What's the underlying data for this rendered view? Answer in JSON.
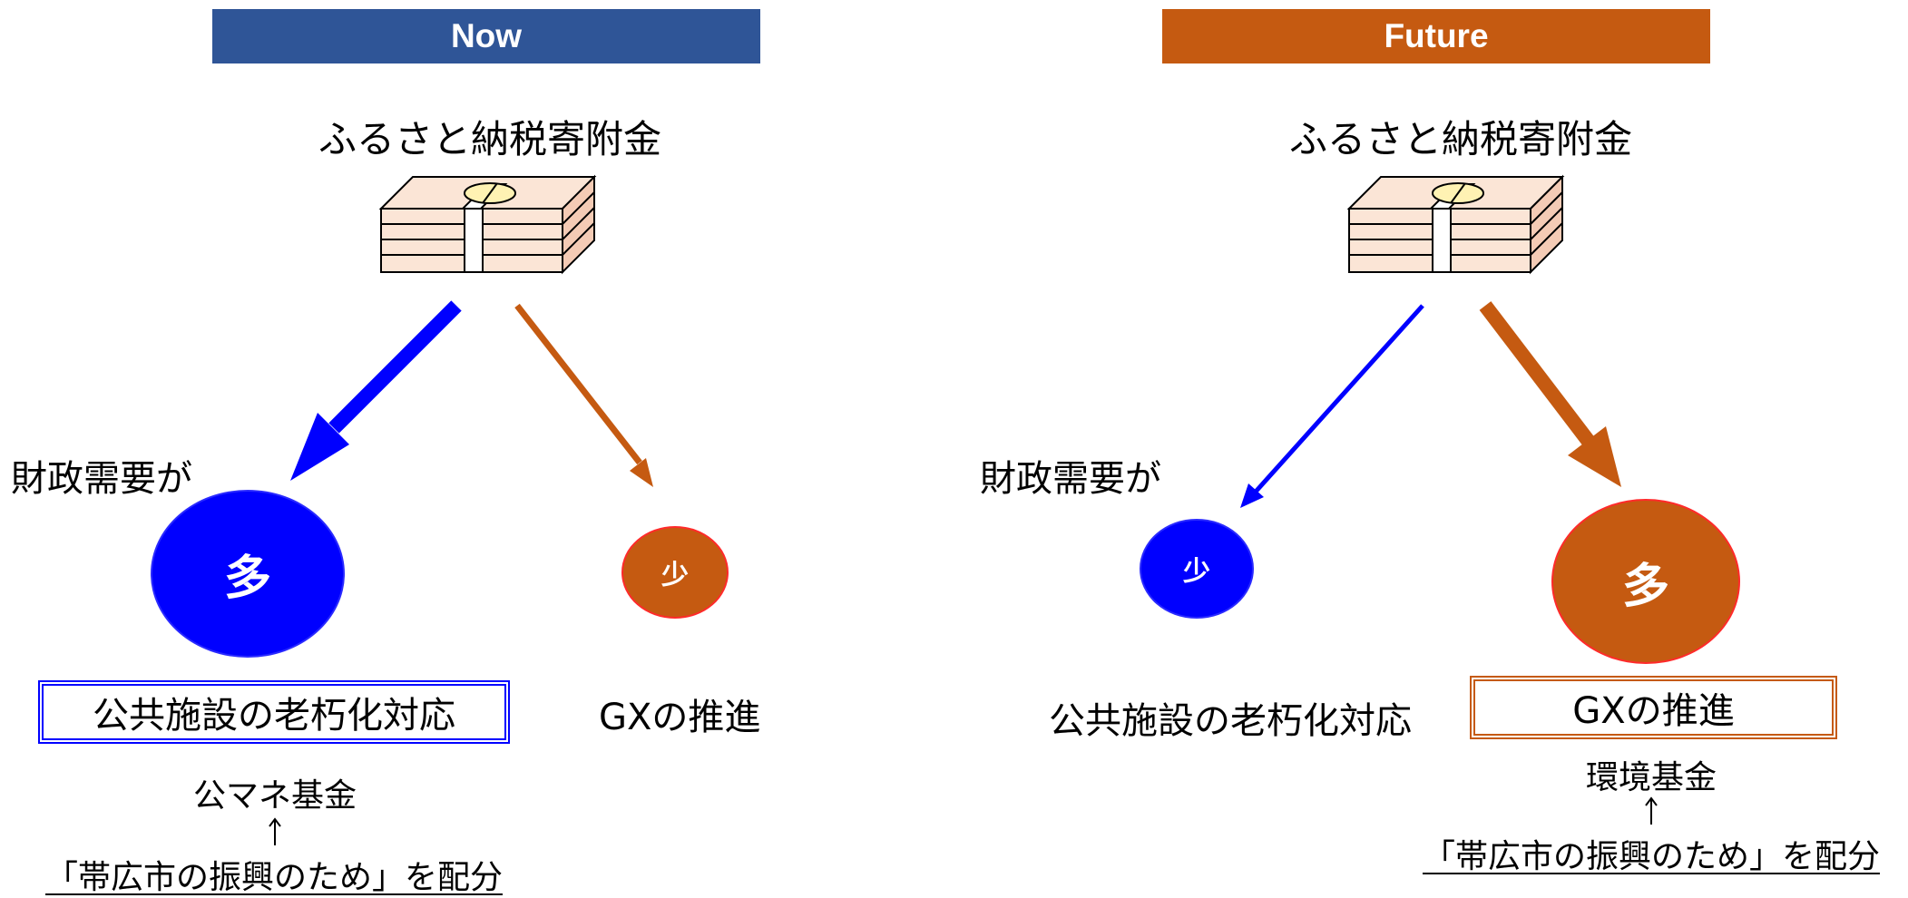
{
  "now": {
    "banner": "Now",
    "source": "ふるさと納税寄附金",
    "side_label": "財政需要が",
    "blue_circle": "多",
    "orange_circle": "少",
    "target_blue": "公共施設の老朽化対応",
    "target_orange": "GXの推進",
    "fund": "公マネ基金",
    "arrow_up": "↑",
    "allocation": "「帯広市の振興のため」を配分"
  },
  "future": {
    "banner": "Future",
    "source": "ふるさと納税寄附金",
    "side_label": "財政需要が",
    "blue_circle": "少",
    "orange_circle": "多",
    "target_blue": "公共施設の老朽化対応",
    "target_orange": "GXの推進",
    "fund": "環境基金",
    "arrow_up": "↑",
    "allocation": "「帯広市の振興のため」を配分"
  },
  "colors": {
    "now_banner": "#2f5597",
    "future_banner": "#c55a11",
    "blue": "#0000ff",
    "orange": "#c55a11"
  },
  "icons": {
    "money": "money-stack-icon"
  }
}
